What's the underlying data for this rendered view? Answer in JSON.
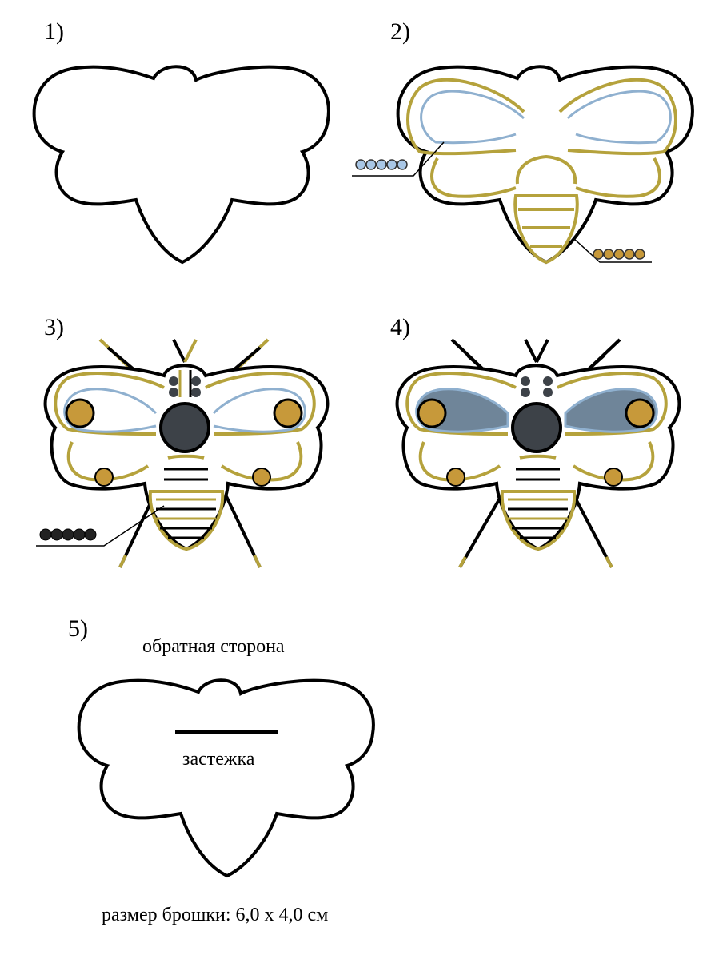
{
  "steps": [
    {
      "label": "1)"
    },
    {
      "label": "2)"
    },
    {
      "label": "3)"
    },
    {
      "label": "4)"
    },
    {
      "label": "5)"
    }
  ],
  "back_side_caption": "обратная сторона",
  "clasp_label": "застежка",
  "size_caption": "размер брошки: 6,0 х 4,0 см",
  "colors": {
    "outline": "#000000",
    "gold": "#b5a23c",
    "gold_fill": "#c7993a",
    "light_blue": "#8fb0cf",
    "bead_blue": "#a9c7e6",
    "dark_gray": "#3d4248",
    "slate_fill": "#6f8599"
  }
}
